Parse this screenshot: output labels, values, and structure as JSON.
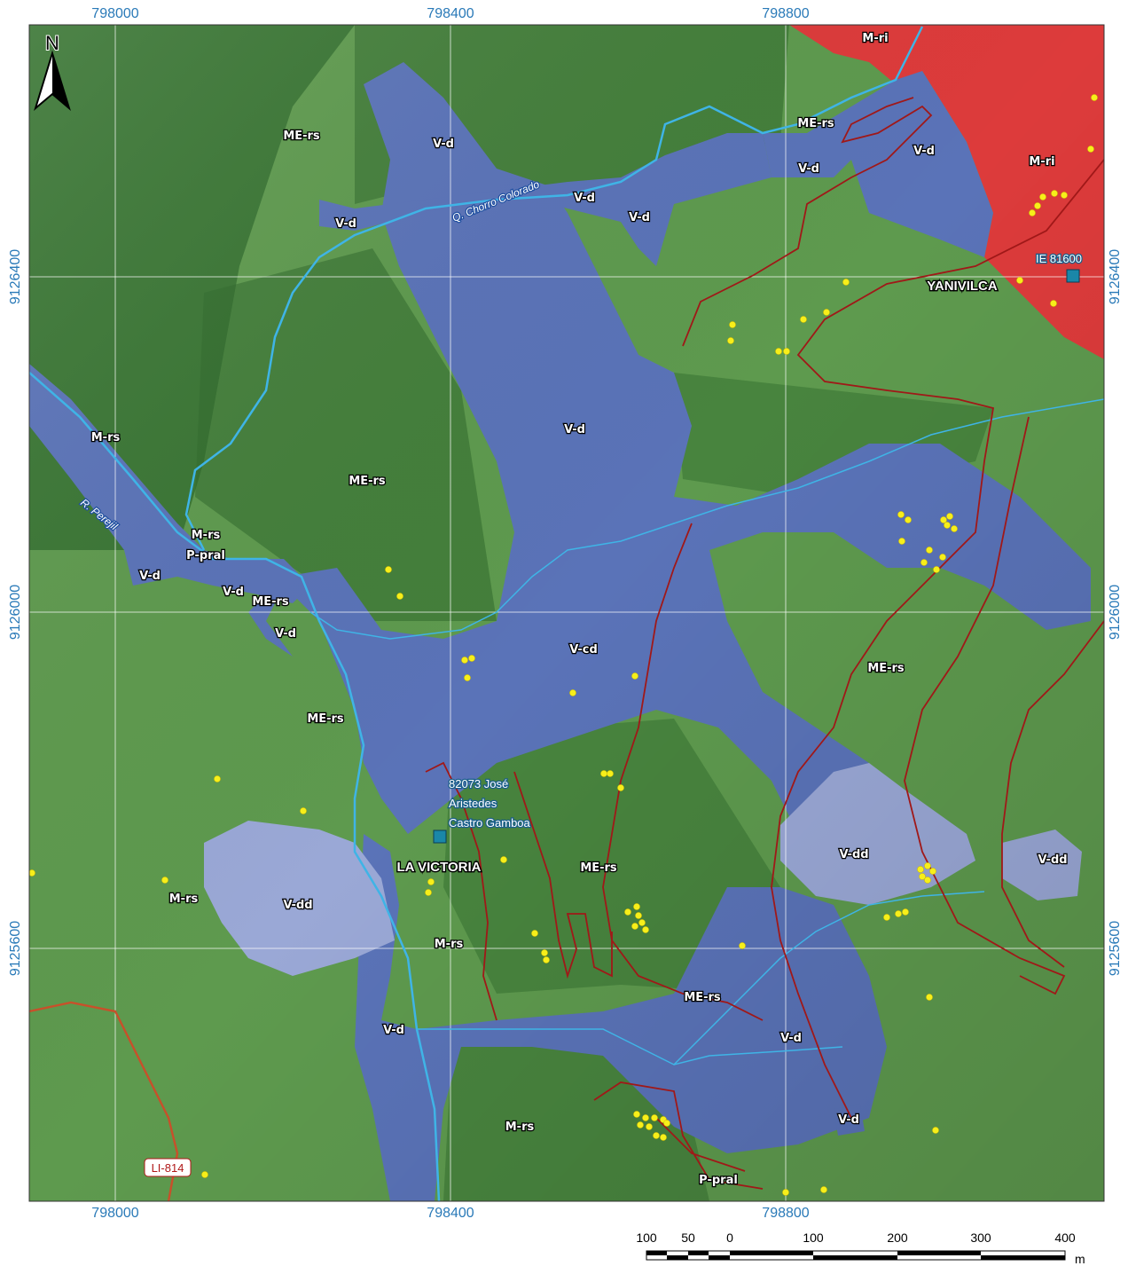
{
  "colors": {
    "green_unit": "#5e9a4e",
    "dark_green_unit": "#2f6a2c",
    "blue_unit": "#5a73b8",
    "light_blue_unit": "#9aa8d6",
    "red_unit": "#dd3b3b",
    "stream": "#3fb4e6",
    "road": "#a01818",
    "point": "#f7ef1a",
    "school": "#1a87a8",
    "coord_text": "#2a7ab8"
  },
  "north_arrow": {
    "label": "N"
  },
  "x_ticks": [
    "798000",
    "798400",
    "798800"
  ],
  "y_ticks": [
    "9126400",
    "9126000",
    "9125600"
  ],
  "units": [
    {
      "id": "mri-1",
      "text": "M-ri"
    },
    {
      "id": "mri-2",
      "text": "M-ri"
    },
    {
      "id": "mers-1",
      "text": "ME-rs"
    },
    {
      "id": "mers-2",
      "text": "ME-rs"
    },
    {
      "id": "vd-1",
      "text": "V-d"
    },
    {
      "id": "vd-2",
      "text": "V-d"
    },
    {
      "id": "vd-3",
      "text": "V-d"
    },
    {
      "id": "vd-4",
      "text": "V-d"
    },
    {
      "id": "vd-5",
      "text": "V-d"
    },
    {
      "id": "vd-6",
      "text": "V-d"
    },
    {
      "id": "vd-7",
      "text": "V-d"
    },
    {
      "id": "mrs-1",
      "text": "M-rs"
    },
    {
      "id": "mers-3",
      "text": "ME-rs"
    },
    {
      "id": "mrs-2",
      "text": "M-rs"
    },
    {
      "id": "ppral-1",
      "text": "P-pral"
    },
    {
      "id": "vd-8",
      "text": "V-d"
    },
    {
      "id": "vd-9",
      "text": "V-d"
    },
    {
      "id": "mers-4",
      "text": "ME-rs"
    },
    {
      "id": "vd-10",
      "text": "V-d"
    },
    {
      "id": "vcd-1",
      "text": "V-cd"
    },
    {
      "id": "mers-5",
      "text": "ME-rs"
    },
    {
      "id": "mers-6",
      "text": "ME-rs"
    },
    {
      "id": "vdd-1",
      "text": "V-dd"
    },
    {
      "id": "vdd-2",
      "text": "V-dd"
    },
    {
      "id": "mers-7",
      "text": "ME-rs"
    },
    {
      "id": "mrs-3",
      "text": "M-rs"
    },
    {
      "id": "vdd-3",
      "text": "V-dd"
    },
    {
      "id": "mrs-4",
      "text": "M-rs"
    },
    {
      "id": "mers-8",
      "text": "ME-rs"
    },
    {
      "id": "vd-11",
      "text": "V-d"
    },
    {
      "id": "vd-12",
      "text": "V-d"
    },
    {
      "id": "vd-13",
      "text": "V-d"
    },
    {
      "id": "mrs-5",
      "text": "M-rs"
    },
    {
      "id": "ppral-2",
      "text": "P-pral"
    }
  ],
  "rivers": {
    "chorro": "Q. Chorro Colorado",
    "perejil": "R. Perejil"
  },
  "towns": {
    "yanivilca": "YANIVILCA",
    "la_victoria": "LA VICTORIA"
  },
  "schools": {
    "ie81600": "IE 81600",
    "school_82073": [
      "82073 José",
      "Aristedes",
      "Castro Gamboa"
    ]
  },
  "road": {
    "label": "LI-814"
  },
  "scale": {
    "labels": [
      "100",
      "50",
      "0",
      "100",
      "200",
      "300",
      "400"
    ],
    "unit": "m"
  }
}
